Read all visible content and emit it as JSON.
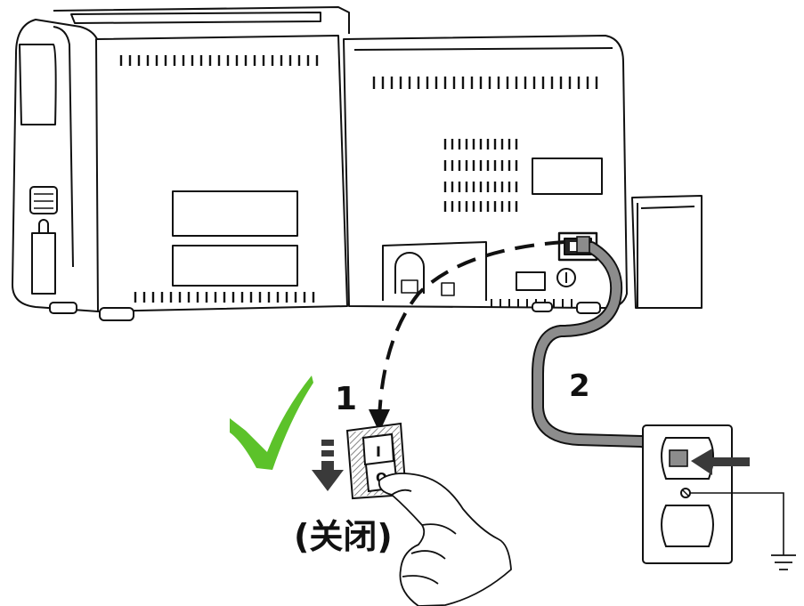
{
  "steps": {
    "step1_label": "1",
    "step2_label": "2"
  },
  "switch": {
    "state_label": "(关闭)",
    "on_mark": "I",
    "off_mark": "O"
  },
  "colors": {
    "outline": "#111111",
    "cable": "#8c8c8c",
    "check": "#5cc22a",
    "arrow": "#3a3a3a"
  },
  "icons": [
    "printer",
    "power-switch",
    "power-cable",
    "wall-outlet",
    "ground-symbol",
    "check-mark-icon",
    "arrow-down-icon",
    "arrow-left-icon",
    "hand"
  ]
}
